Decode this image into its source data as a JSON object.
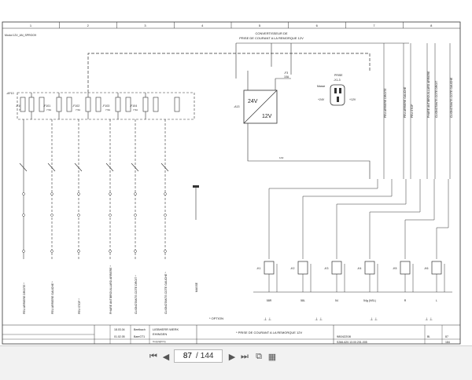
{
  "schematic": {
    "ref_code": "Modul 12V_AN_SPROO9",
    "columns": [
      "1",
      "2",
      "3",
      "4",
      "5",
      "6",
      "7",
      "8"
    ],
    "converter_title": "CONVERTISSEUR DE\nPRISE DE COURANT A LA REMORQUE 12V",
    "converter_labels": {
      "in_voltage": "24V",
      "out_voltage": "12V",
      "ref": "-A13",
      "fuse": "-F3",
      "fuse_value": "10A"
    },
    "socket": {
      "title": "PRISE",
      "ref": "-X1-3",
      "left_label": "Masse",
      "v24": "+24V",
      "v12": "+12V"
    },
    "fuse_block_ref": "-AF10",
    "fuses": [
      "-F100",
      "-F101",
      "-F102",
      "-F103",
      "-F104"
    ],
    "fuse_values": [
      "7,5A",
      "7,5A",
      "7,5A",
      "7,5A",
      "7,5A"
    ],
    "left_functions": [
      "FEU ARRIERE DROITE *",
      "FEU ARRIERE GAUCHE *",
      "FEU STOP *",
      "PHARE ANTIBROUILLARD ARRIERE *",
      "CLIGNOTANTS COTE DROIT *",
      "CLIGNOTANTS COTE GAUCHE *"
    ],
    "masse_label": "MASSE",
    "right_functions": [
      "FEU ARRIERE DROITE",
      "FEU ARRIERE GAUCHE",
      "FEU STOP",
      "PHARE ANTIBROUILLARD ARRIERE",
      "CLIGNOTANTS COTE DROIT",
      "CLIGNOTANTS COTE GAUCHE"
    ],
    "bottom_pins": [
      "58R",
      "58L",
      "54",
      "54g (NSL)",
      "R",
      "L"
    ],
    "relays": [
      "-K1",
      "-K2",
      "-K3",
      "-K4",
      "-K5",
      "-K6"
    ],
    "option_note": "* OPTION",
    "title_block": {
      "company": "LIEBHERR WERK",
      "city": "EHINGEN",
      "drawing_title": "* PRISE DE COURANT A LA REMORQUE 12V",
      "drawing_number": "98042208",
      "doc_number": "S266-620.13.00.201-005",
      "date1": "18.03.04",
      "date2": "01.02.05",
      "name1": "Beetbach",
      "name2": "BaerGT1",
      "copyright": "Copyright by",
      "sheet": "87",
      "blatt_label": "Bl.",
      "of_sheets": "184"
    }
  },
  "toolbar": {
    "current_page": "87",
    "page_separator": "/",
    "total_pages": "144"
  }
}
